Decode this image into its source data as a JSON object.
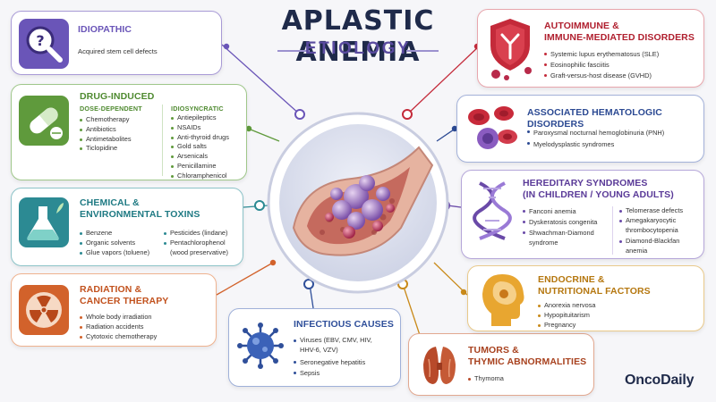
{
  "title": "APLASTIC ANEMIA",
  "subtitle": "ETIOLOGY",
  "brand": "OncoDaily",
  "cards": {
    "idiopathic": {
      "title": "IDIOPATHIC",
      "text": "Acquired stem cell defects",
      "color": "#6a55b8"
    },
    "drug": {
      "title": "DRUG-INDUCED",
      "color": "#5f9a3c",
      "dose_label": "DOSE-DEPENDENT",
      "dose_items": [
        "Chemotherapy",
        "Antibiotics",
        "Antimetabolites",
        "Ticlopidine"
      ],
      "idio_label": "IDIOSYNCRATIC",
      "idio_items": [
        "Antiepileptics",
        "NSAIDs",
        "Anti-thyroid drugs",
        "Gold salts",
        "Arsenicals",
        "Penicillamine",
        "Chloramphenicol"
      ]
    },
    "chemical": {
      "title_line1": "CHEMICAL &",
      "title_line2": "ENVIRONMENTAL TOXINS",
      "color": "#2c8a93",
      "left_items": [
        "Benzene",
        "Organic solvents",
        "Glue vapors (toluene)"
      ],
      "right_items": [
        "Pesticides (lindane)",
        "Pentachlorophenol"
      ],
      "right_note": "(wood preservative)"
    },
    "radiation": {
      "title_line1": "RADIATION &",
      "title_line2": "CANCER THERAPY",
      "color": "#d2622b",
      "items": [
        "Whole body irradiation",
        "Radiation accidents",
        "Cytotoxic chemotherapy"
      ]
    },
    "infectious": {
      "title": "INFECTIOUS CAUSES",
      "color": "#2f4f9a",
      "item1_line1": "Viruses (EBV, CMV, HIV,",
      "item1_line2": "HHV-6, VZV)",
      "items": [
        "Seronegative hepatitis",
        "Sepsis"
      ]
    },
    "tumors": {
      "title_line1": "TUMORS &",
      "title_line2": "THYMIC ABNORMALITIES",
      "color": "#b84a2a",
      "items": [
        "Thymoma"
      ]
    },
    "autoimmune": {
      "title_line1": "AUTOIMMUNE &",
      "title_line2": "IMMUNE-MEDIATED DISORDERS",
      "color": "#c42a3a",
      "items": [
        "Systemic lupus erythematosus (SLE)",
        "Eosinophilic fasciitis",
        "Graft-versus-host disease (GVHD)"
      ]
    },
    "hematologic": {
      "title": "ASSOCIATED HEMATOLOGIC DISORDERS",
      "color": "#2c4a93",
      "items": [
        "Paroxysmal nocturnal hemoglobinuria (PNH)",
        "Myelodysplastic syndromes"
      ]
    },
    "hereditary": {
      "title_line1": "HEREDITARY SYNDROMES",
      "title_line2": "(IN CHILDREN / YOUNG ADULTS)",
      "color": "#6a4aa8",
      "left": {
        "i1": "Fanconi anemia",
        "i2": "Dyskeratosis congenita",
        "i3a": "Shwachman-Diamond",
        "i3b": "syndrome"
      },
      "right": {
        "i1": "Telomerase defects",
        "i2a": "Amegakaryocytic",
        "i2b": "thrombocytopenia",
        "i3a": "Diamond-Blackfan",
        "i3b": "anemia"
      }
    },
    "endocrine": {
      "title_line1": "ENDOCRINE &",
      "title_line2": "NUTRITIONAL FACTORS",
      "color": "#c98a1a",
      "items": [
        "Anorexia nervosa",
        "Hypopituitarism",
        "Pregnancy"
      ]
    }
  },
  "icons": {
    "idiopathic": "question-magnifier-icon",
    "drug": "pill-capsule-icon",
    "chemical": "flask-icon",
    "radiation": "radiation-icon",
    "infectious": "virus-icon",
    "tumors": "thyroid-icon",
    "autoimmune": "antibody-shield-icon",
    "hematologic": "blood-cells-icon",
    "hereditary": "dna-icon",
    "endocrine": "head-gland-icon"
  }
}
